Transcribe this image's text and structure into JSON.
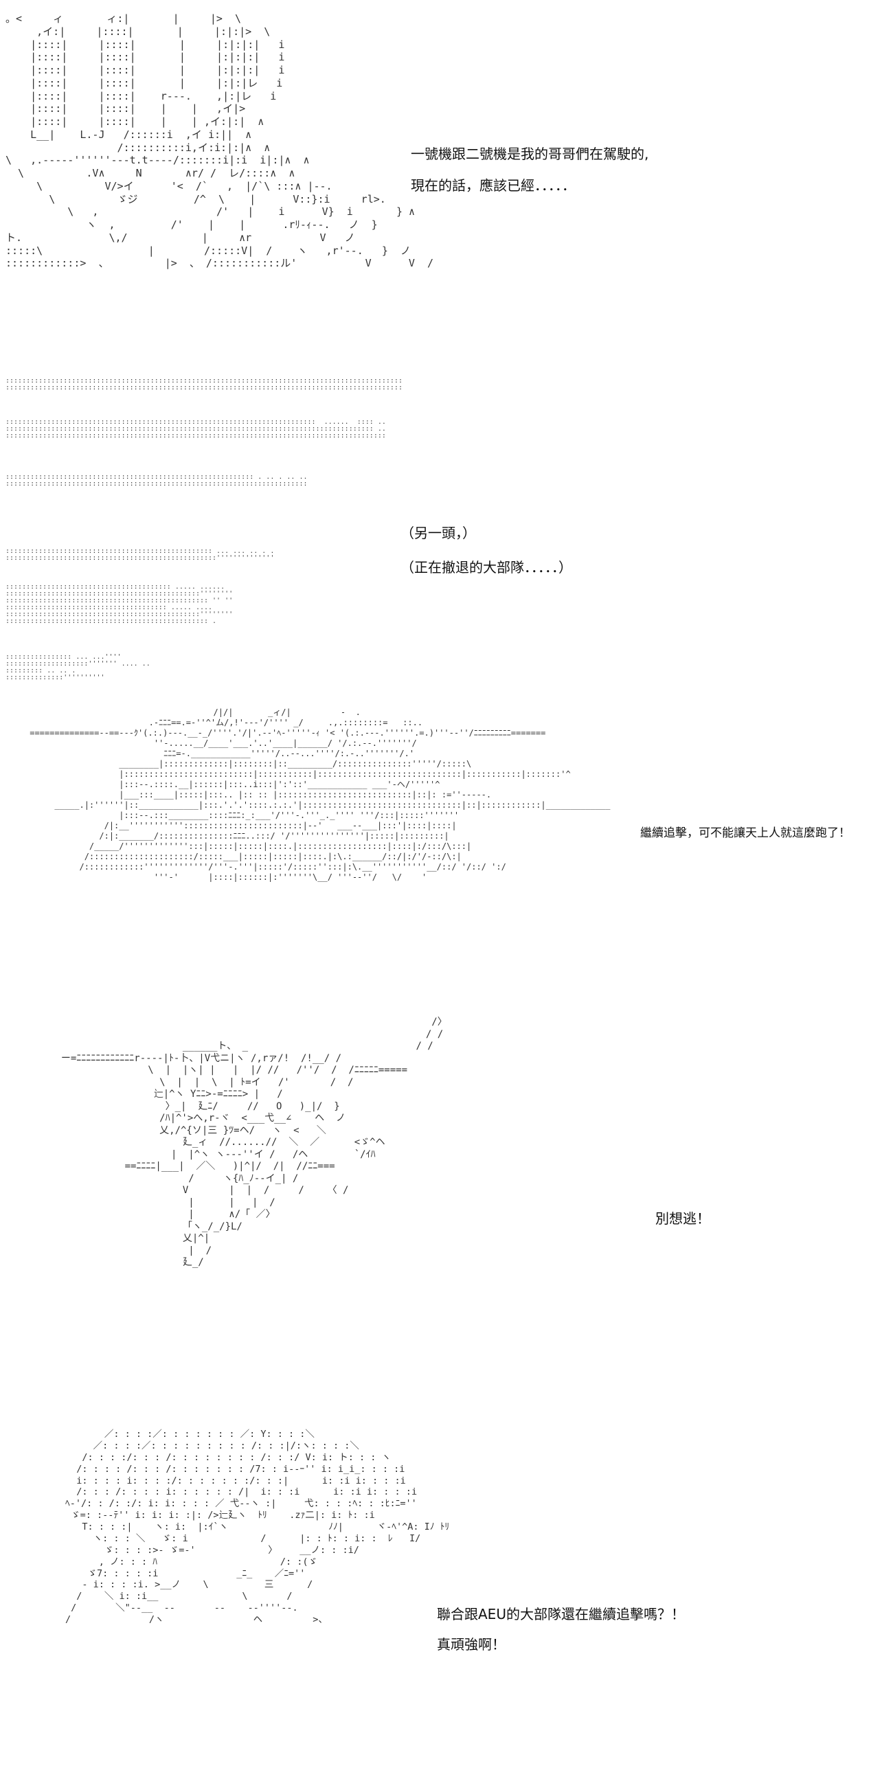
{
  "panels": [
    {
      "dialog": [
        "一號機跟二號機是我的哥哥們在駕駛的,",
        "現在的話，應該已經．．．．．"
      ]
    },
    {
      "dialog": [
        "（另一頭，）",
        "（正在撤退的大部隊．．．．．）"
      ]
    },
    {
      "dialog": [
        "繼續追擊，可不能讓天上人就這麼跑了！"
      ]
    },
    {
      "dialog": [
        "別想逃！"
      ]
    },
    {
      "dialog": [
        "聯合跟AEU的大部隊還在繼續追擊嗎？！",
        "真頑強啊！"
      ]
    }
  ]
}
